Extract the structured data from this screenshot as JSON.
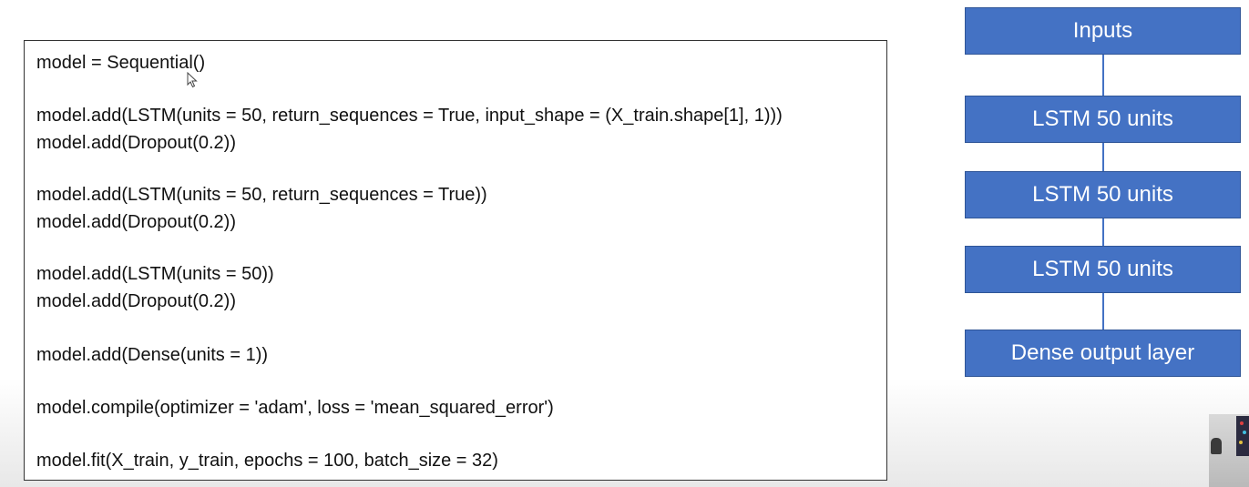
{
  "code": {
    "lines": [
      "model = Sequential()",
      "model.add(LSTM(units = 50, return_sequences = True, input_shape = (X_train.shape[1], 1)))",
      "model.add(Dropout(0.2))",
      "model.add(LSTM(units = 50, return_sequences = True))",
      "model.add(Dropout(0.2))",
      "model.add(LSTM(units = 50))",
      "model.add(Dropout(0.2))",
      "model.add(Dense(units = 1))",
      "model.compile(optimizer = 'adam', loss = 'mean_squared_error')",
      "model.fit(X_train, y_train, epochs = 100, batch_size = 32)"
    ]
  },
  "diagram": {
    "layers": [
      "Inputs",
      "LSTM 50 units",
      "LSTM 50 units",
      "LSTM 50 units",
      "Dense output layer"
    ],
    "box_color": "#4472c4",
    "text_color": "#ffffff"
  },
  "cursor": {
    "icon": "mouse-pointer-icon"
  }
}
